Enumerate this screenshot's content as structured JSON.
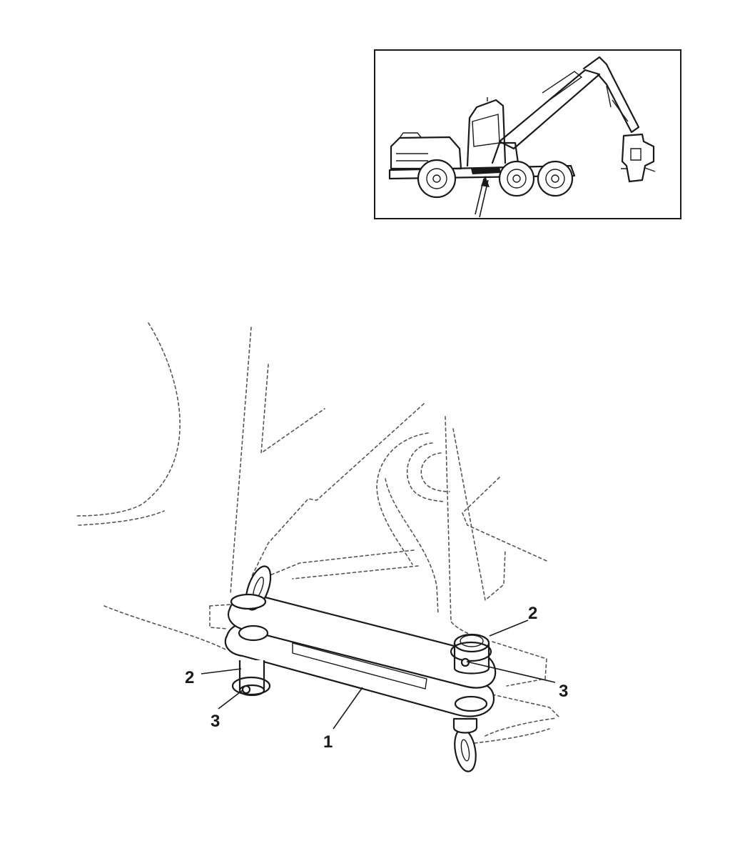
{
  "colors": {
    "line": "#1a1a1a",
    "hidden_line": "#555555",
    "background": "#ffffff"
  },
  "callouts": {
    "part_1": "1",
    "part_2_left": "2",
    "part_3_left": "3",
    "part_2_right": "2",
    "part_3_right": "3"
  }
}
